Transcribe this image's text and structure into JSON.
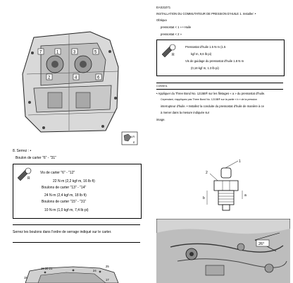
{
  "header": {
    "code": "EAS31071",
    "title": "INSTALLATION DU COMMUTATEUR DE PRESSION D'HUILE 1. Installer: •",
    "item": "Obtiqua",
    "sub1": "pressostat < 1 » • Huile",
    "sub2": "pressostat < 2 »"
  },
  "right_torque_box": {
    "line1": "Pressostat d'huile 1.5 N·m (1.5",
    "line2": "kgf·m, 9,6 lb·pi)",
    "line3": "Vis de guidage du pressostat d'huile 1.8 N·m",
    "line4": "(0,18 kgf·m, 1.3 lb·pi)"
  },
  "note_label": "CONSEIL",
  "apply_text": {
    "line1": "• Appliquer du Three Bond No. 1215B® sur les filetages « a » du pressostat d'huile.",
    "line2": "Cependant, n'appliquez pas Three Bond No. 1215B® sur la partie « b » de la pression",
    "line3": "interrupteur d'huile. • Installez la conduite du pressostat d'huile de manière à ce",
    "line4": "à mener dans la mesure indiquée sur",
    "line5": "image."
  },
  "left": {
    "step": "8. Serrez : •",
    "bolts": "Boulon de carter \"6\" - \"31\"",
    "torque": {
      "l1": "Vis de carter \"6\" - \"12\"",
      "l2": "22 N·m (2,2 kgf·m, 16 lb·fi)",
      "l3": "Boulons de carter \"13\" - \"14\"",
      "l4": "24 N·m (2,4 kgf·m, 18 lb·fi)",
      "l5": "Boulons de carter \"15\" - \"31\"",
      "l6": "10 N·m (1,0 kgf·m, 7,4 lb·pi)"
    },
    "instruction": "Serrez les boulons dans l'ordre de serrage indiqué sur le carter.",
    "seq_labels": {
      "a": "19 20 21",
      "b": "15",
      "c": "24",
      "d": "25",
      "e": "17"
    }
  },
  "figure_labels": {
    "engine_top": {
      "n7": "7",
      "n1": "1",
      "n3": "3",
      "n5": "5",
      "n2": "2",
      "n4": "4",
      "n6": "6"
    },
    "switch": {
      "n1": "1",
      "n2": "2",
      "a": "a",
      "b": "b"
    },
    "angle": "26°",
    "icon_lr": "LR",
    "icon_e": "E"
  }
}
